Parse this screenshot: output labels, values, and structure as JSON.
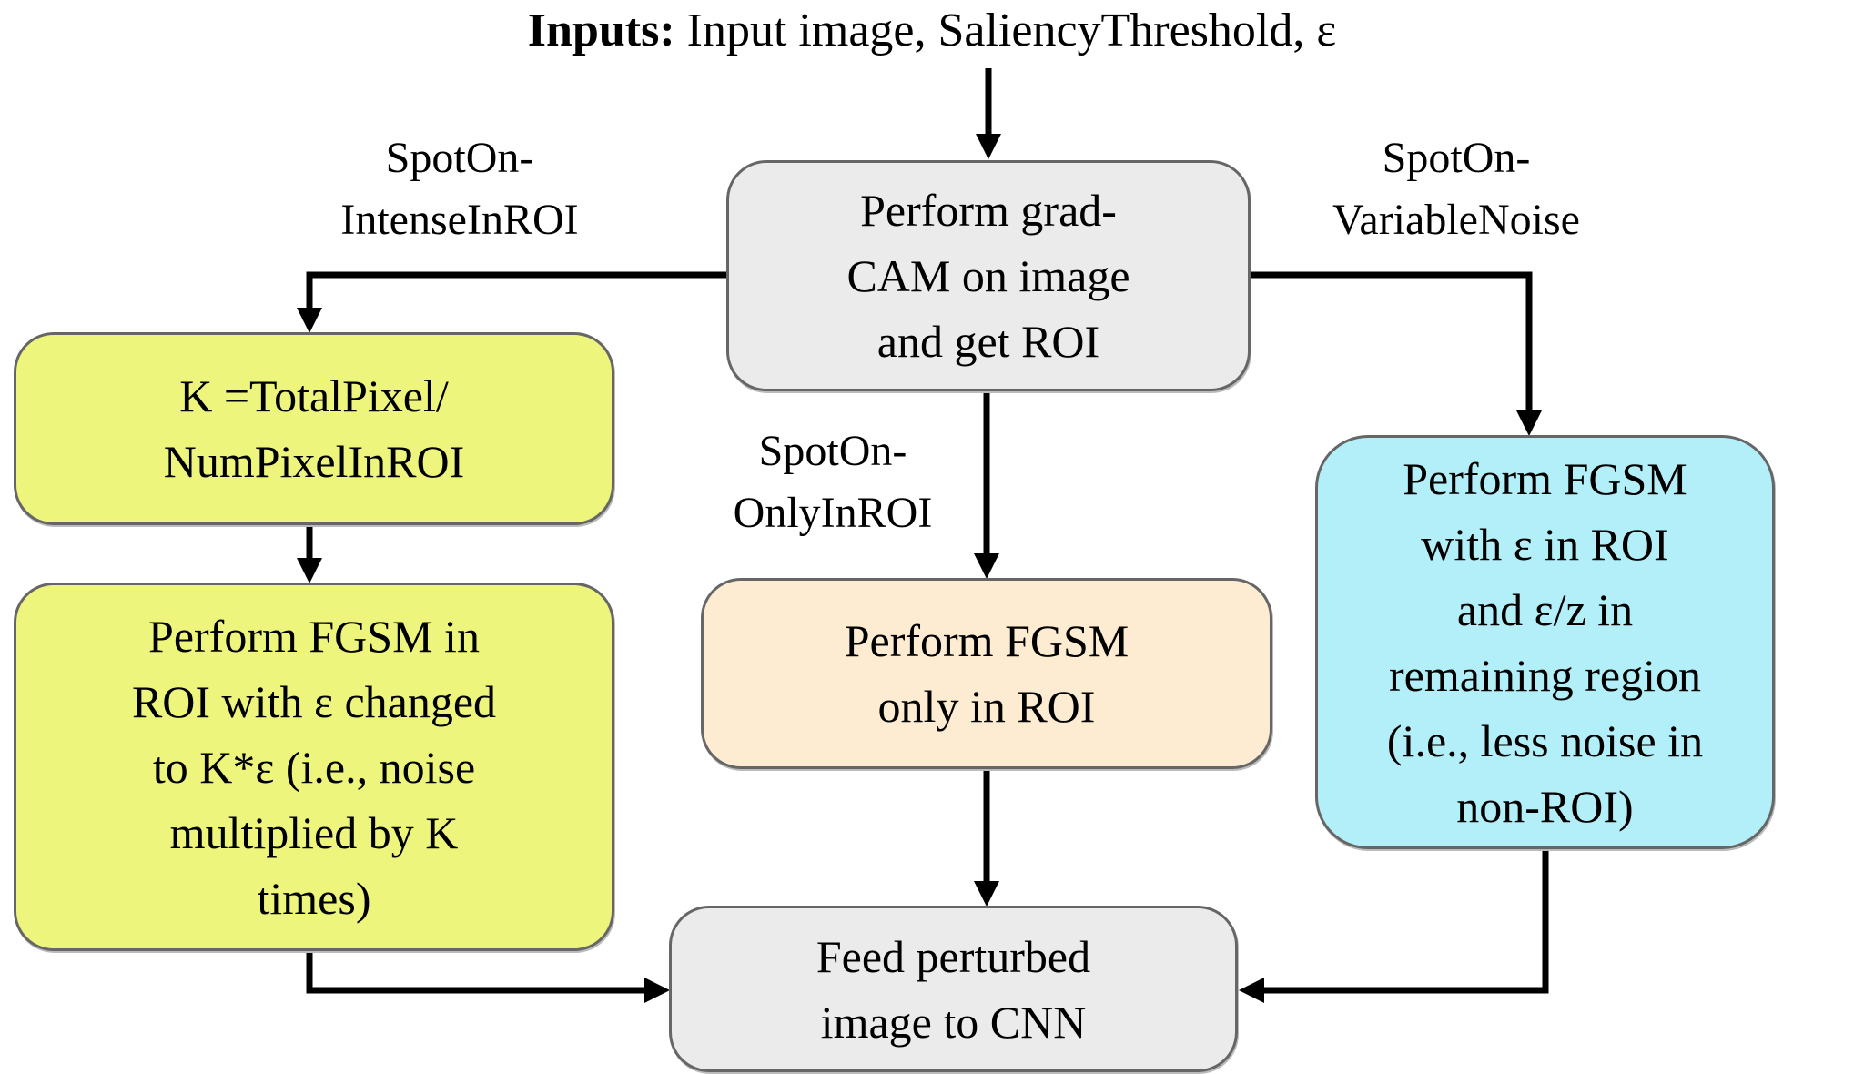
{
  "title": {
    "bold": "Inputs:",
    "rest": " Input image, SaliencyThreshold, ε"
  },
  "branch_labels": {
    "left": {
      "line1": "SpotOn-",
      "line2": "IntenseInROI"
    },
    "middle": {
      "line1": "SpotOn-",
      "line2": "OnlyInROI"
    },
    "right": {
      "line1": "SpotOn-",
      "line2": "VariableNoise"
    }
  },
  "boxes": {
    "gradcam": {
      "lines": [
        "Perform grad-",
        "CAM on image",
        "and get ROI"
      ],
      "fill": "#ebebeb"
    },
    "compute_k": {
      "lines": [
        "K =TotalPixel/",
        "NumPixelInROI"
      ],
      "fill": "#edf57d"
    },
    "fgsm_intense": {
      "lines": [
        "Perform FGSM in",
        "ROI with ε changed",
        "to K*ε (i.e., noise",
        "multiplied by K",
        "times)"
      ],
      "fill": "#edf57d"
    },
    "fgsm_only": {
      "lines": [
        "Perform FGSM",
        "only in ROI"
      ],
      "fill": "#fdebd2"
    },
    "fgsm_variable": {
      "lines": [
        "Perform FGSM",
        "with ε in ROI",
        "and ε/z in",
        "remaining region",
        "(i.e., less noise in",
        "non-ROI)"
      ],
      "fill": "#b3eff8"
    },
    "feed_cnn": {
      "lines": [
        "Feed perturbed",
        "image to CNN"
      ],
      "fill": "#ebebeb"
    }
  },
  "colors": {
    "arrow": "#000000",
    "box_border": "#666666",
    "text": "#000000",
    "background": "#ffffff"
  }
}
